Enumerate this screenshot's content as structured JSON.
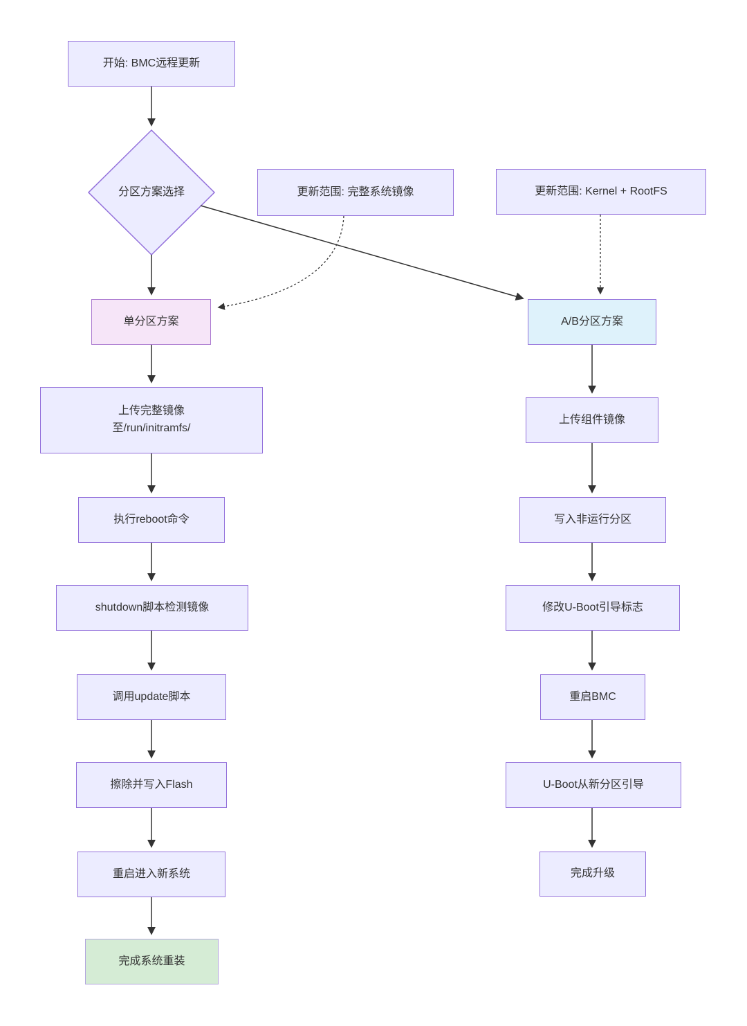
{
  "diagram": {
    "title": "BMC remote update flowchart",
    "nodes": {
      "start": {
        "label": "开始: BMC远程更新"
      },
      "decision": {
        "label": "分区方案选择"
      },
      "note_full": {
        "label": "更新范围: 完整系统镜像"
      },
      "note_kernel": {
        "label": "更新范围: Kernel + RootFS"
      },
      "single_partition": {
        "label": "单分区方案"
      },
      "ab_partition": {
        "label": "A/B分区方案"
      },
      "upload_full_image": {
        "label": "上传完整镜像\n至/run/initramfs/"
      },
      "exec_reboot": {
        "label": "执行reboot命令"
      },
      "shutdown_script": {
        "label": "shutdown脚本检测镜像"
      },
      "call_update_script": {
        "label": "调用update脚本"
      },
      "erase_write_flash": {
        "label": "擦除并写入Flash"
      },
      "reboot_new_system": {
        "label": "重启进入新系统"
      },
      "finish_reinstall": {
        "label": "完成系统重装"
      },
      "upload_component_image": {
        "label": "上传组件镜像"
      },
      "write_inactive_partition": {
        "label": "写入非运行分区"
      },
      "modify_uboot_flag": {
        "label": "修改U-Boot引导标志"
      },
      "reboot_bmc": {
        "label": "重启BMC"
      },
      "uboot_boot_new_partition": {
        "label": "U-Boot从新分区引导"
      },
      "finish_upgrade": {
        "label": "完成升级"
      }
    },
    "colors": {
      "node_fill": "#ececff",
      "node_border": "#9370db",
      "pink_fill": "#f6e5f8",
      "pink_border": "#aa77cf",
      "blue_fill": "#def2fb",
      "blue_border": "#9370db",
      "green_fill": "#d5ecd5",
      "green_border": "#b3a6de",
      "edge": "#333333",
      "text": "#333333"
    }
  }
}
